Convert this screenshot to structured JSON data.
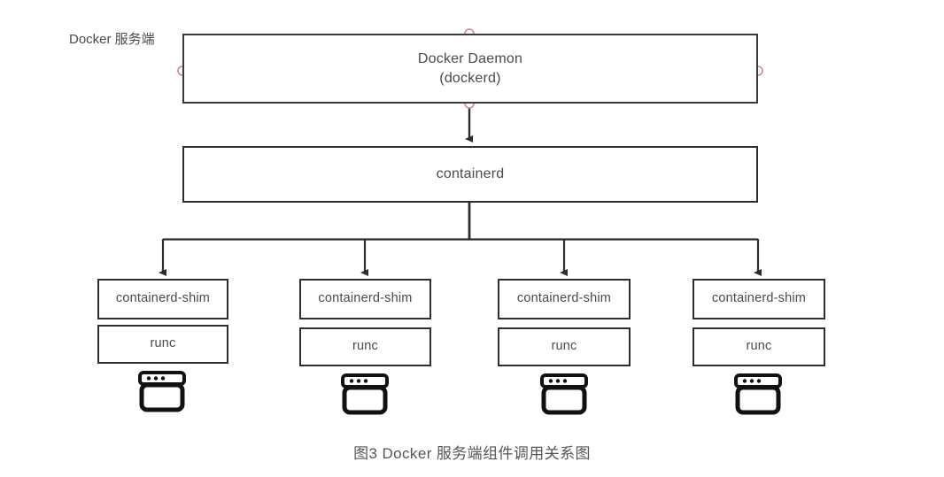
{
  "diagram": {
    "side_label": "Docker 服务端",
    "caption": "图3 Docker 服务端组件调用关系图",
    "accent_port_color": "#c98a93",
    "line_color": "#2e2e2e",
    "text_color": "#4a4a4a",
    "background": "#ffffff",
    "daemon": {
      "line1": "Docker Daemon",
      "line2": "(dockerd)"
    },
    "containerd": {
      "label": "containerd"
    },
    "columns": [
      {
        "shim_label": "containerd-shim",
        "runc_label": "runc",
        "icon": "container-window-icon"
      },
      {
        "shim_label": "containerd-shim",
        "runc_label": "runc",
        "icon": "container-window-icon"
      },
      {
        "shim_label": "containerd-shim",
        "runc_label": "runc",
        "icon": "container-window-icon"
      },
      {
        "shim_label": "containerd-shim",
        "runc_label": "runc",
        "icon": "container-window-icon"
      }
    ]
  }
}
